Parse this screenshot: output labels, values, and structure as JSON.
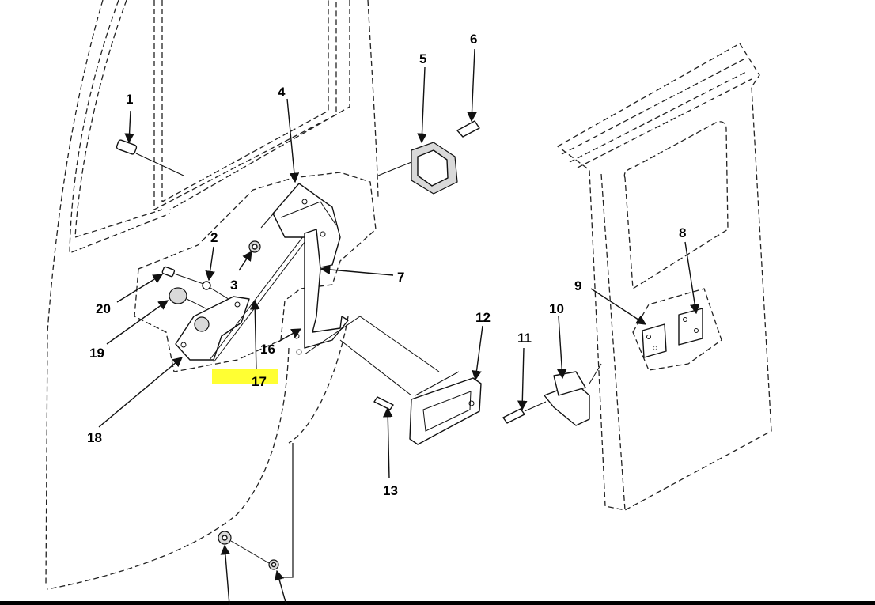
{
  "highlight_color": "#ffff33",
  "callouts": [
    "1",
    "2",
    "3",
    "4",
    "5",
    "6",
    "7",
    "8",
    "9",
    "10",
    "11",
    "12",
    "13",
    "16",
    "17",
    "18",
    "19",
    "20"
  ]
}
